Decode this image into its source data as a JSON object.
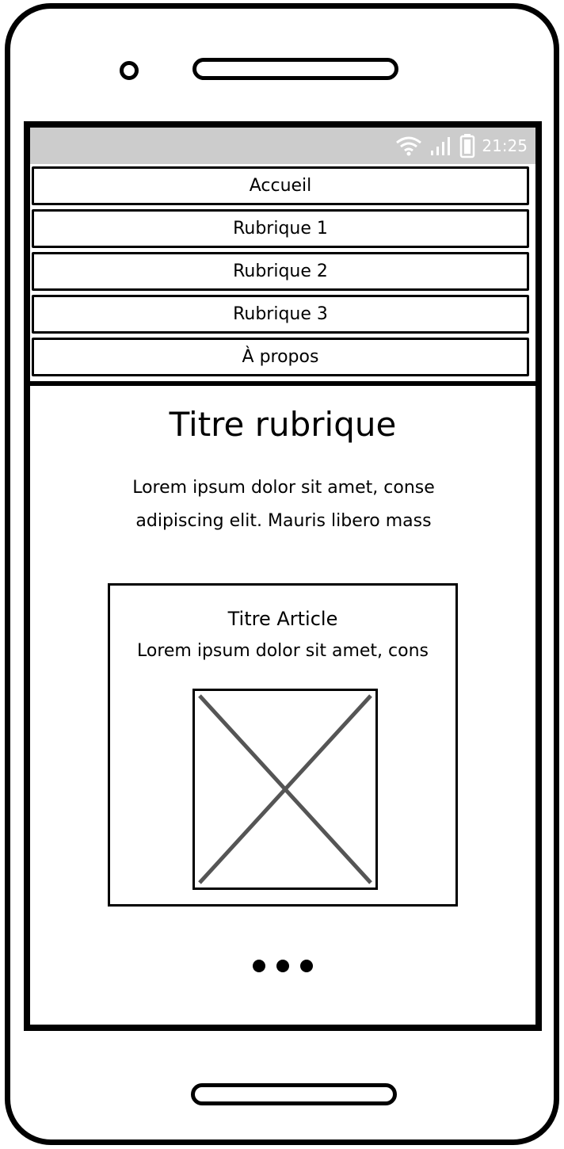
{
  "status_bar": {
    "time": "21:25"
  },
  "nav": {
    "items": [
      {
        "label": "Accueil"
      },
      {
        "label": "Rubrique 1"
      },
      {
        "label": "Rubrique 2"
      },
      {
        "label": "Rubrique 3"
      },
      {
        "label": "À propos"
      }
    ]
  },
  "main": {
    "title": "Titre rubrique",
    "paragraph_lines": [
      "Lorem ipsum dolor sit amet, conse",
      "adipiscing elit. Mauris libero mass"
    ],
    "card": {
      "title": "Titre Article",
      "text": "Lorem ipsum dolor sit amet, cons"
    }
  }
}
